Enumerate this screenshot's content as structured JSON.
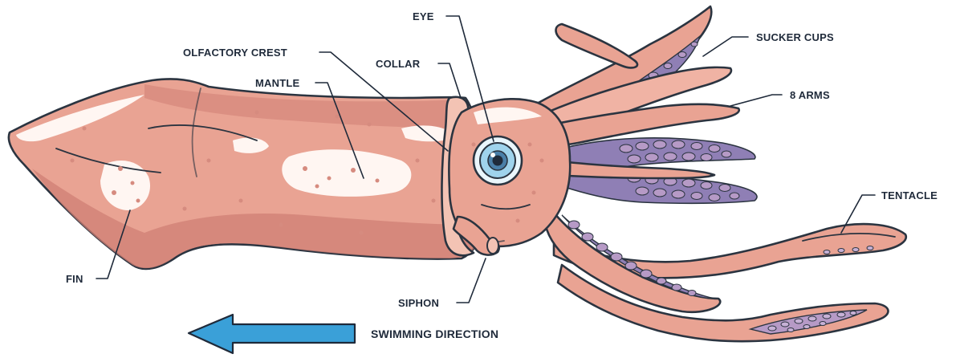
{
  "labels": {
    "eye": "EYE",
    "olfactory_crest": "OLFACTORY CREST",
    "collar": "COLLAR",
    "mantle": "MANTLE",
    "sucker_cups": "SUCKER CUPS",
    "arms": "8 ARMS",
    "tentacle": "TENTACLE",
    "fin": "FIN",
    "siphon": "SIPHON",
    "swimming_direction": "SWIMMING DIRECTION"
  },
  "colors": {
    "body": "#e9a393",
    "body_light": "#f3c3b4",
    "body_dark": "#cf7f74",
    "highlight": "#fff6f2",
    "suckers": "#a68bb8",
    "suckers_bg": "#8f7fb5",
    "eye_iris": "#9fd3ec",
    "arrow": "#3aa0d8",
    "outline": "#2b3440"
  },
  "icons": {
    "direction_arrow": "arrow-left-icon"
  }
}
